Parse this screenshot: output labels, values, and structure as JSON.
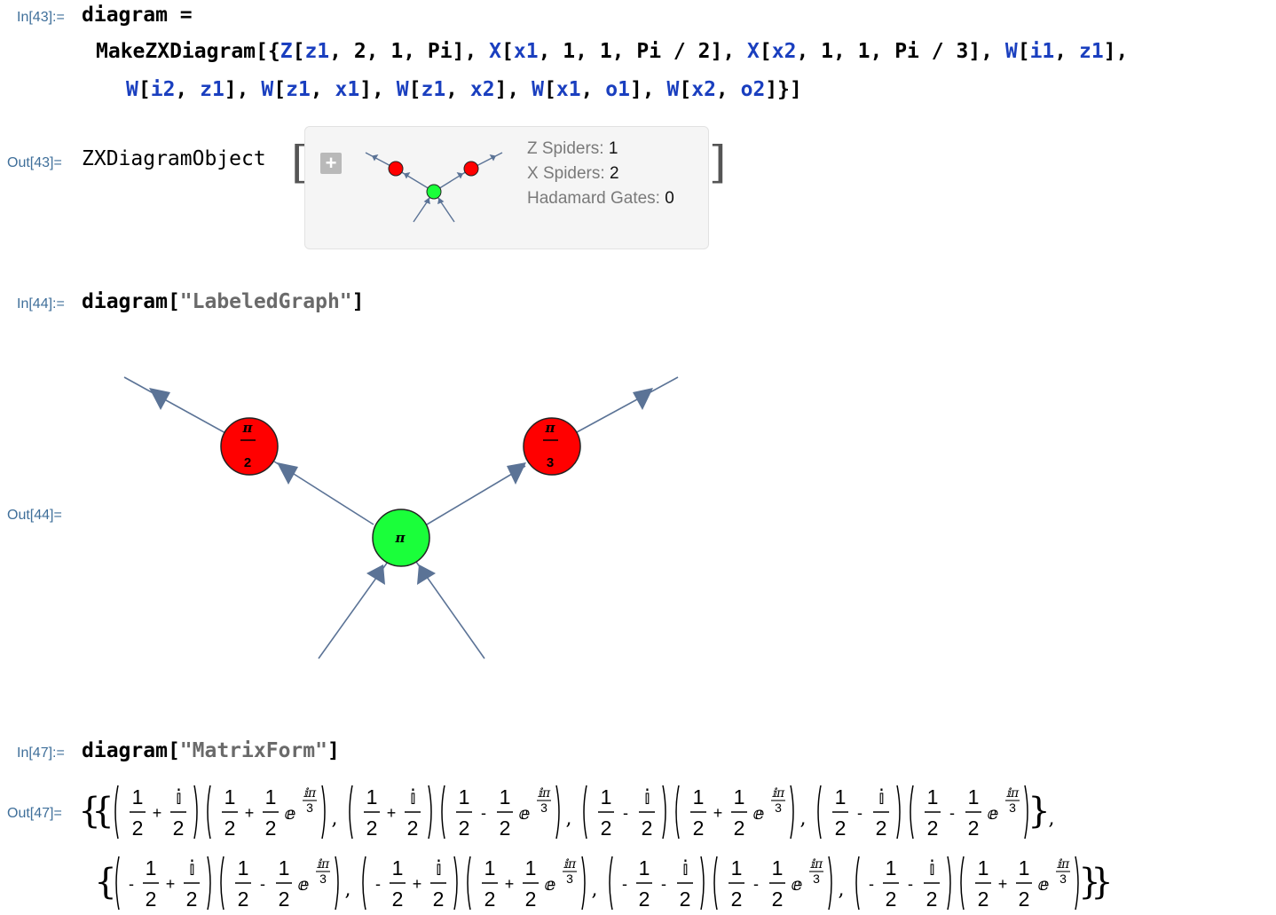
{
  "cells": {
    "in43": "In[43]:=",
    "out43": "Out[43]=",
    "in44": "In[44]:=",
    "out44": "Out[44]=",
    "in47": "In[47]:=",
    "out47": "Out[47]="
  },
  "input43": {
    "line1": "diagram =",
    "fn": "MakeZXDiagram",
    "z_spider": {
      "head": "Z",
      "args": "z1, 2, 1, Pi"
    },
    "x_spider1": {
      "head": "X",
      "args": "x1, 1, 1, Pi / 2"
    },
    "x_spider2": {
      "head": "X",
      "args": "x2, 1, 1, Pi / 3"
    },
    "wires": [
      {
        "head": "W",
        "a": "i1",
        "b": "z1"
      },
      {
        "head": "W",
        "a": "i2",
        "b": "z1"
      },
      {
        "head": "W",
        "a": "z1",
        "b": "x1"
      },
      {
        "head": "W",
        "a": "z1",
        "b": "x2"
      },
      {
        "head": "W",
        "a": "x1",
        "b": "o1"
      },
      {
        "head": "W",
        "a": "x2",
        "b": "o2"
      }
    ]
  },
  "output43": {
    "head": "ZXDiagramObject",
    "expand_icon": "plus-icon",
    "stats": [
      {
        "label": "Z Spiders:",
        "value": "1"
      },
      {
        "label": "X Spiders:",
        "value": "2"
      },
      {
        "label": "Hadamard Gates:",
        "value": "0"
      }
    ]
  },
  "input44": {
    "head": "diagram",
    "arg": "\"LabeledGraph\""
  },
  "graph": {
    "green_node_label": "π",
    "red_left_num": "π",
    "red_left_den": "2",
    "red_right_num": "π",
    "red_right_den": "3",
    "colors": {
      "edge": "#5b7396",
      "green": "#1aff3a",
      "red": "#ff0000"
    }
  },
  "input47": {
    "head": "diagram",
    "arg": "\"MatrixForm\""
  },
  "matrix": {
    "one": "1",
    "two": "2",
    "three": "3",
    "i": "𝕚",
    "ipi": "𝕚π",
    "e": "ⅇ",
    "plus": "+",
    "minus": "-"
  }
}
